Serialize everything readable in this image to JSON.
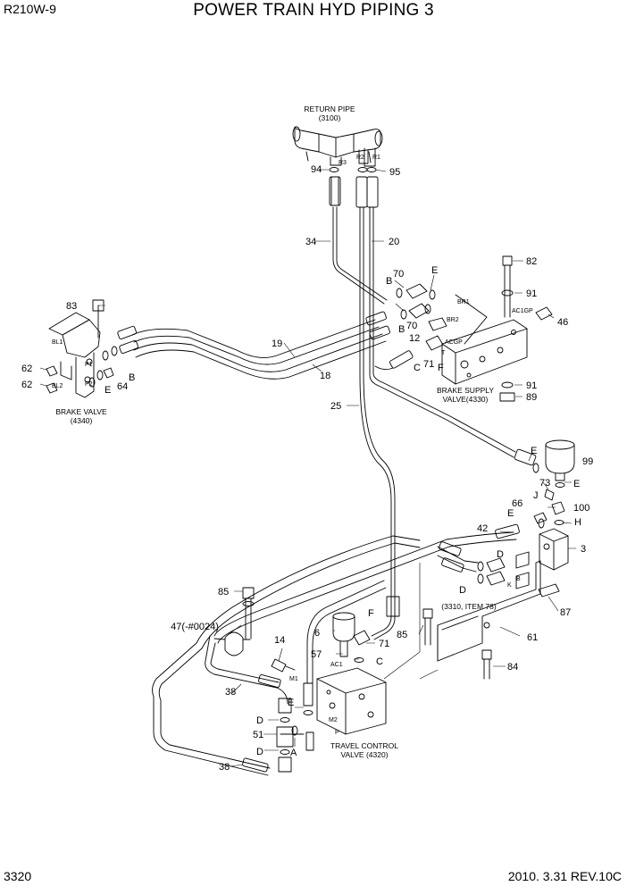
{
  "header": {
    "model": "R210W-9",
    "title": "POWER TRAIN HYD PIPING 3"
  },
  "footer": {
    "page": "3320",
    "revision": "2010. 3.31  REV.10C"
  },
  "components": {
    "return_pipe": [
      "RETURN PIPE",
      "(3100)"
    ],
    "brake_supply": [
      "BRAKE SUPPLY",
      "VALVE(4330)"
    ],
    "brake_valve": [
      "BRAKE VALVE",
      "(4340)"
    ],
    "travel_control": [
      "TRAVEL CONTROL",
      "VALVE (4320)"
    ],
    "ref_3310": "(3310, ITEM 78)",
    "item_47": "47(-#0024)"
  },
  "callouts": [
    {
      "id": "c94",
      "text": "94"
    },
    {
      "id": "c95",
      "text": "95"
    },
    {
      "id": "c34",
      "text": "34"
    },
    {
      "id": "c20",
      "text": "20"
    },
    {
      "id": "c82",
      "text": "82"
    },
    {
      "id": "c91a",
      "text": "91"
    },
    {
      "id": "c46",
      "text": "46"
    },
    {
      "id": "c91b",
      "text": "91"
    },
    {
      "id": "c89",
      "text": "89"
    },
    {
      "id": "c70a",
      "text": "70"
    },
    {
      "id": "cBa",
      "text": "B"
    },
    {
      "id": "cEa",
      "text": "E"
    },
    {
      "id": "c70b",
      "text": "70"
    },
    {
      "id": "cBb",
      "text": "B"
    },
    {
      "id": "c12",
      "text": "12"
    },
    {
      "id": "cC1",
      "text": "C"
    },
    {
      "id": "c71a",
      "text": "71"
    },
    {
      "id": "cF1",
      "text": "F"
    },
    {
      "id": "c83",
      "text": "83"
    },
    {
      "id": "c62a",
      "text": "62"
    },
    {
      "id": "c62b",
      "text": "62"
    },
    {
      "id": "cEb",
      "text": "E"
    },
    {
      "id": "c64",
      "text": "64"
    },
    {
      "id": "cBc",
      "text": "B"
    },
    {
      "id": "c19",
      "text": "19"
    },
    {
      "id": "c18",
      "text": "18"
    },
    {
      "id": "c25",
      "text": "25"
    },
    {
      "id": "cEc",
      "text": "E"
    },
    {
      "id": "c99",
      "text": "99"
    },
    {
      "id": "c73",
      "text": "73"
    },
    {
      "id": "cJ",
      "text": "J"
    },
    {
      "id": "cEd",
      "text": "E"
    },
    {
      "id": "c100",
      "text": "100"
    },
    {
      "id": "c66",
      "text": "66"
    },
    {
      "id": "cEe",
      "text": "E"
    },
    {
      "id": "cH",
      "text": "H"
    },
    {
      "id": "c42",
      "text": "42"
    },
    {
      "id": "c3",
      "text": "3"
    },
    {
      "id": "cDa",
      "text": "D"
    },
    {
      "id": "cDb",
      "text": "D"
    },
    {
      "id": "c87",
      "text": "87"
    },
    {
      "id": "c85a",
      "text": "85"
    },
    {
      "id": "c14",
      "text": "14"
    },
    {
      "id": "c6",
      "text": "6"
    },
    {
      "id": "cF2",
      "text": "F"
    },
    {
      "id": "c71b",
      "text": "71"
    },
    {
      "id": "c85b",
      "text": "85"
    },
    {
      "id": "c61",
      "text": "61"
    },
    {
      "id": "c57",
      "text": "57"
    },
    {
      "id": "cC2",
      "text": "C"
    },
    {
      "id": "c84",
      "text": "84"
    },
    {
      "id": "c38a",
      "text": "38"
    },
    {
      "id": "cEf",
      "text": "E"
    },
    {
      "id": "cDc",
      "text": "D"
    },
    {
      "id": "c51",
      "text": "51"
    },
    {
      "id": "cA",
      "text": "A"
    },
    {
      "id": "cDd",
      "text": "D"
    },
    {
      "id": "c38b",
      "text": "38"
    }
  ],
  "ports": [
    {
      "id": "pR3",
      "text": "R3"
    },
    {
      "id": "pR2",
      "text": "R2"
    },
    {
      "id": "pR1",
      "text": "R1"
    },
    {
      "id": "pBR1",
      "text": "BR1"
    },
    {
      "id": "pBR2",
      "text": "BR2"
    },
    {
      "id": "pAC1GP",
      "text": "AC1GP"
    },
    {
      "id": "pACGP",
      "text": "ACGP"
    },
    {
      "id": "pT",
      "text": "T"
    },
    {
      "id": "pBL1",
      "text": "BL1"
    },
    {
      "id": "pBL2",
      "text": "BL2"
    },
    {
      "id": "pP1",
      "text": "P1"
    },
    {
      "id": "pP2",
      "text": "P2"
    },
    {
      "id": "pK",
      "text": "K"
    },
    {
      "id": "pB",
      "text": "B"
    },
    {
      "id": "pM1",
      "text": "M1"
    },
    {
      "id": "pAC1",
      "text": "AC1"
    },
    {
      "id": "pM2",
      "text": "M2"
    },
    {
      "id": "pP",
      "text": "P"
    }
  ]
}
